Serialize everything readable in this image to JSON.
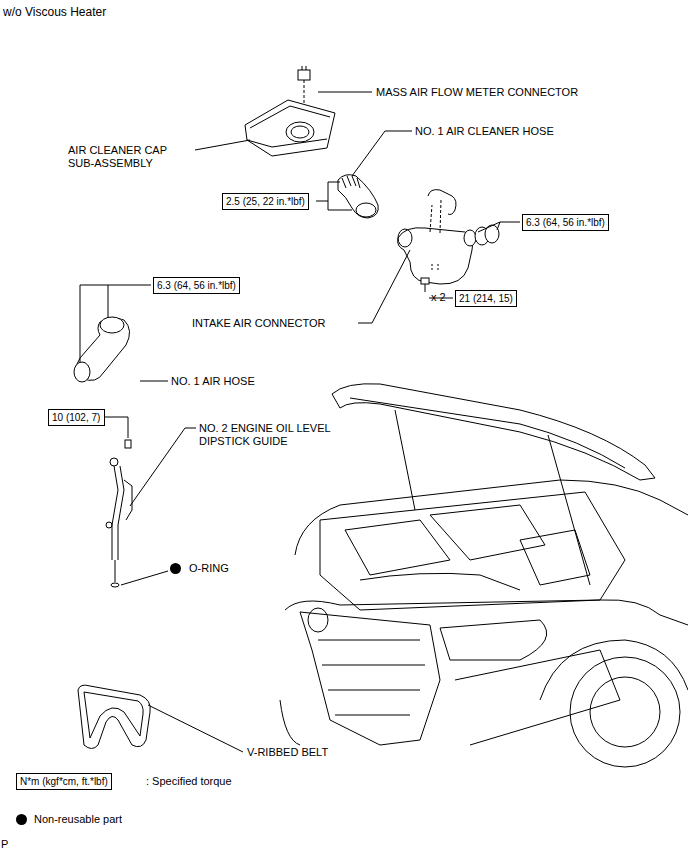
{
  "diagram": {
    "nodes": [
      {
        "text": [
          "2.5 (25, 22 in.*lbf)"
        ]
      },
      {
        "text": [
          "6.3 (64, 56 in.*lbf)"
        ]
      },
      {
        "text": [
          "6.3 (64, 56 in.*lbf)"
        ]
      },
      {
        "text": [
          "21 (214, 15)"
        ]
      },
      {
        "text": [
          "10 (102, 7)"
        ]
      },
      {
        "text": [
          "N*m (kgf*cm, ft.*lbf)"
        ]
      }
    ],
    "edges": [],
    "labels": [
      "w/o Viscous Heater",
      "MASS AIR FLOW METER CONNECTOR",
      "NO. 1 AIR CLEANER HOSE",
      "AIR CLEANER CAP SUB-ASSEMBLY",
      "x 2",
      "INTAKE AIR CONNECTOR",
      "NO. 1 AIR HOSE",
      "NO. 2 ENGINE OIL LEVEL DIPSTICK GUIDE",
      "O-RING",
      "V-RIBBED BELT",
      "P"
    ],
    "legend": [
      {
        "text": ": Specified torque"
      },
      {
        "text": "Non-reusable part"
      }
    ]
  }
}
